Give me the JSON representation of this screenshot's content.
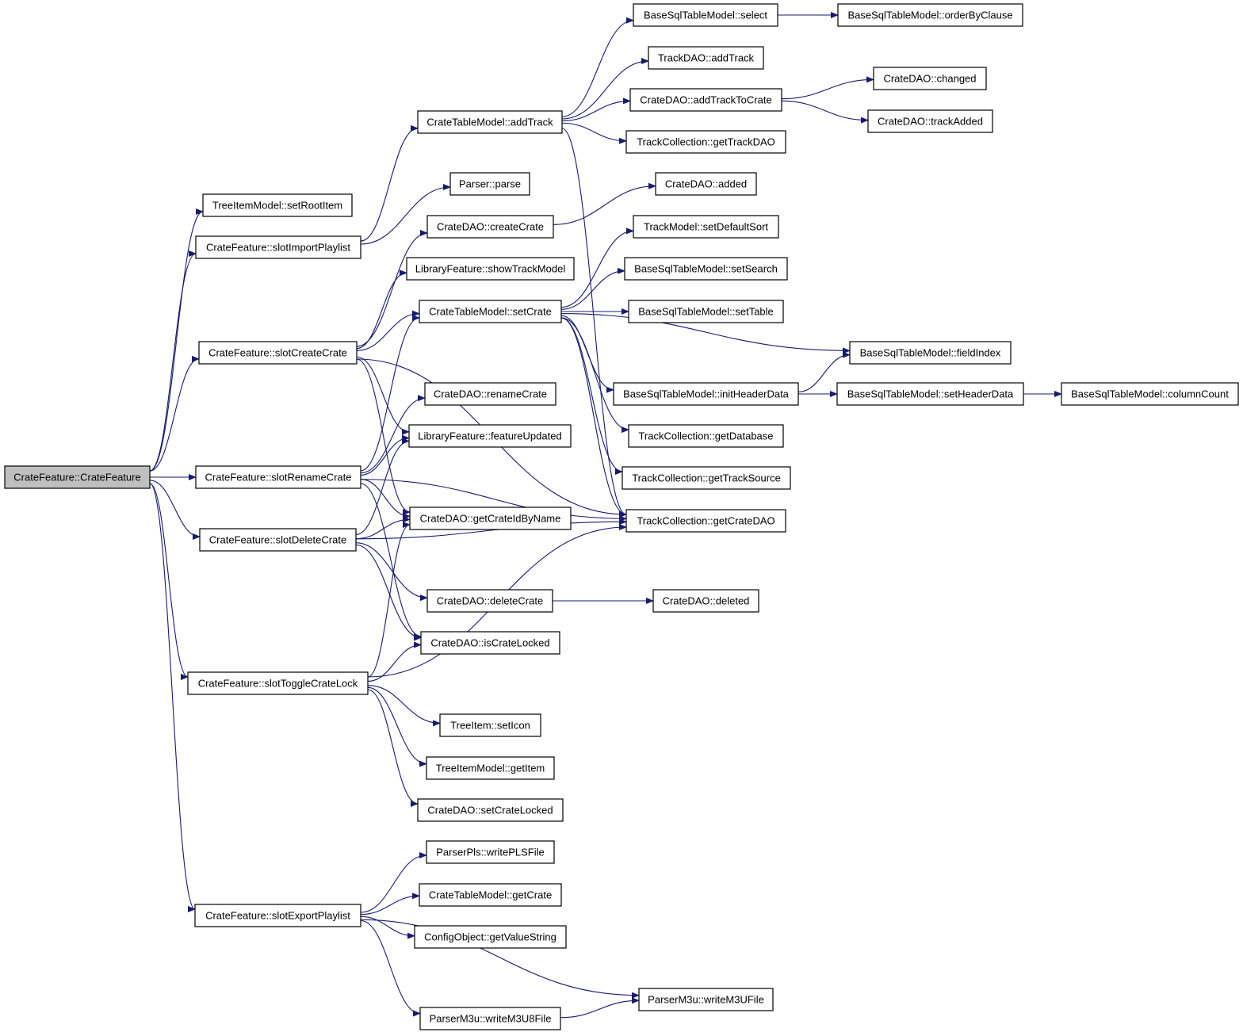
{
  "colors": {
    "edge": "#191970",
    "root_fill": "#bfbfbf",
    "node_fill": "#ffffff",
    "node_stroke": "#000000"
  },
  "nodes": [
    {
      "id": "root",
      "label": "CrateFeature::CrateFeature"
    },
    {
      "id": "setRootItem",
      "label": "TreeItemModel::setRootItem"
    },
    {
      "id": "slotImportPlaylist",
      "label": "CrateFeature::slotImportPlaylist"
    },
    {
      "id": "slotCreateCrate",
      "label": "CrateFeature::slotCreateCrate"
    },
    {
      "id": "slotRenameCrate",
      "label": "CrateFeature::slotRenameCrate"
    },
    {
      "id": "slotDeleteCrate",
      "label": "CrateFeature::slotDeleteCrate"
    },
    {
      "id": "slotToggleCrateLock",
      "label": "CrateFeature::slotToggleCrateLock"
    },
    {
      "id": "slotExportPlaylist",
      "label": "CrateFeature::slotExportPlaylist"
    },
    {
      "id": "ctmAddTrack",
      "label": "CrateTableModel::addTrack"
    },
    {
      "id": "parse",
      "label": "Parser::parse"
    },
    {
      "id": "createCrate",
      "label": "CrateDAO::createCrate"
    },
    {
      "id": "showTrackModel",
      "label": "LibraryFeature::showTrackModel"
    },
    {
      "id": "setCrate",
      "label": "CrateTableModel::setCrate"
    },
    {
      "id": "renameCrate",
      "label": "CrateDAO::renameCrate"
    },
    {
      "id": "featureUpdated",
      "label": "LibraryFeature::featureUpdated"
    },
    {
      "id": "getCrateIdByName",
      "label": "CrateDAO::getCrateIdByName"
    },
    {
      "id": "deleteCrate",
      "label": "CrateDAO::deleteCrate"
    },
    {
      "id": "isCrateLocked",
      "label": "CrateDAO::isCrateLocked"
    },
    {
      "id": "setIcon",
      "label": "TreeItem::setIcon"
    },
    {
      "id": "getItem",
      "label": "TreeItemModel::getItem"
    },
    {
      "id": "setCrateLocked",
      "label": "CrateDAO::setCrateLocked"
    },
    {
      "id": "writePLSFile",
      "label": "ParserPls::writePLSFile"
    },
    {
      "id": "getCrate",
      "label": "CrateTableModel::getCrate"
    },
    {
      "id": "getValueString",
      "label": "ConfigObject::getValueString"
    },
    {
      "id": "writeM3U8File",
      "label": "ParserM3u::writeM3U8File"
    },
    {
      "id": "bsSelect",
      "label": "BaseSqlTableModel::select"
    },
    {
      "id": "tdAddTrack",
      "label": "TrackDAO::addTrack"
    },
    {
      "id": "addTrackToCrate",
      "label": "CrateDAO::addTrackToCrate"
    },
    {
      "id": "getTrackDAO",
      "label": "TrackCollection::getTrackDAO"
    },
    {
      "id": "added",
      "label": "CrateDAO::added"
    },
    {
      "id": "setDefaultSort",
      "label": "TrackModel::setDefaultSort"
    },
    {
      "id": "setSearch",
      "label": "BaseSqlTableModel::setSearch"
    },
    {
      "id": "setTable",
      "label": "BaseSqlTableModel::setTable"
    },
    {
      "id": "initHeaderData",
      "label": "BaseSqlTableModel::initHeaderData"
    },
    {
      "id": "getDatabase",
      "label": "TrackCollection::getDatabase"
    },
    {
      "id": "getTrackSource",
      "label": "TrackCollection::getTrackSource"
    },
    {
      "id": "getCrateDAO",
      "label": "TrackCollection::getCrateDAO"
    },
    {
      "id": "deleted",
      "label": "CrateDAO::deleted"
    },
    {
      "id": "writeM3UFile",
      "label": "ParserM3u::writeM3UFile"
    },
    {
      "id": "orderByClause",
      "label": "BaseSqlTableModel::orderByClause"
    },
    {
      "id": "changed",
      "label": "CrateDAO::changed"
    },
    {
      "id": "trackAdded",
      "label": "CrateDAO::trackAdded"
    },
    {
      "id": "fieldIndex",
      "label": "BaseSqlTableModel::fieldIndex"
    },
    {
      "id": "setHeaderData",
      "label": "BaseSqlTableModel::setHeaderData"
    },
    {
      "id": "columnCount",
      "label": "BaseSqlTableModel::columnCount"
    }
  ],
  "edges": [
    [
      "root",
      "setRootItem"
    ],
    [
      "root",
      "slotImportPlaylist"
    ],
    [
      "root",
      "slotCreateCrate"
    ],
    [
      "root",
      "slotRenameCrate"
    ],
    [
      "root",
      "slotDeleteCrate"
    ],
    [
      "root",
      "slotToggleCrateLock"
    ],
    [
      "root",
      "slotExportPlaylist"
    ],
    [
      "slotImportPlaylist",
      "ctmAddTrack"
    ],
    [
      "slotImportPlaylist",
      "parse"
    ],
    [
      "slotCreateCrate",
      "createCrate"
    ],
    [
      "slotCreateCrate",
      "showTrackModel"
    ],
    [
      "slotCreateCrate",
      "setCrate"
    ],
    [
      "slotCreateCrate",
      "featureUpdated"
    ],
    [
      "slotCreateCrate",
      "getCrateIdByName"
    ],
    [
      "slotCreateCrate",
      "getCrateDAO"
    ],
    [
      "slotRenameCrate",
      "setCrate"
    ],
    [
      "slotRenameCrate",
      "renameCrate"
    ],
    [
      "slotRenameCrate",
      "featureUpdated"
    ],
    [
      "slotRenameCrate",
      "getCrateIdByName"
    ],
    [
      "slotRenameCrate",
      "isCrateLocked"
    ],
    [
      "slotRenameCrate",
      "getCrateDAO"
    ],
    [
      "slotDeleteCrate",
      "featureUpdated"
    ],
    [
      "slotDeleteCrate",
      "getCrateIdByName"
    ],
    [
      "slotDeleteCrate",
      "deleteCrate"
    ],
    [
      "slotDeleteCrate",
      "isCrateLocked"
    ],
    [
      "slotDeleteCrate",
      "getCrateDAO"
    ],
    [
      "slotToggleCrateLock",
      "getCrateIdByName"
    ],
    [
      "slotToggleCrateLock",
      "isCrateLocked"
    ],
    [
      "slotToggleCrateLock",
      "getCrateDAO"
    ],
    [
      "slotToggleCrateLock",
      "setIcon"
    ],
    [
      "slotToggleCrateLock",
      "getItem"
    ],
    [
      "slotToggleCrateLock",
      "setCrateLocked"
    ],
    [
      "slotExportPlaylist",
      "writePLSFile"
    ],
    [
      "slotExportPlaylist",
      "getCrate"
    ],
    [
      "slotExportPlaylist",
      "getValueString"
    ],
    [
      "slotExportPlaylist",
      "writeM3UFile"
    ],
    [
      "slotExportPlaylist",
      "writeM3U8File"
    ],
    [
      "writeM3U8File",
      "writeM3UFile"
    ],
    [
      "ctmAddTrack",
      "bsSelect"
    ],
    [
      "ctmAddTrack",
      "tdAddTrack"
    ],
    [
      "ctmAddTrack",
      "addTrackToCrate"
    ],
    [
      "ctmAddTrack",
      "getTrackDAO"
    ],
    [
      "ctmAddTrack",
      "getCrateDAO"
    ],
    [
      "createCrate",
      "added"
    ],
    [
      "setCrate",
      "setDefaultSort"
    ],
    [
      "setCrate",
      "setSearch"
    ],
    [
      "setCrate",
      "setTable"
    ],
    [
      "setCrate",
      "fieldIndex"
    ],
    [
      "setCrate",
      "initHeaderData"
    ],
    [
      "setCrate",
      "getDatabase"
    ],
    [
      "setCrate",
      "getTrackSource"
    ],
    [
      "setCrate",
      "getCrateDAO"
    ],
    [
      "deleteCrate",
      "deleted"
    ],
    [
      "bsSelect",
      "orderByClause"
    ],
    [
      "addTrackToCrate",
      "changed"
    ],
    [
      "addTrackToCrate",
      "trackAdded"
    ],
    [
      "initHeaderData",
      "fieldIndex"
    ],
    [
      "initHeaderData",
      "setHeaderData"
    ],
    [
      "setHeaderData",
      "columnCount"
    ]
  ]
}
